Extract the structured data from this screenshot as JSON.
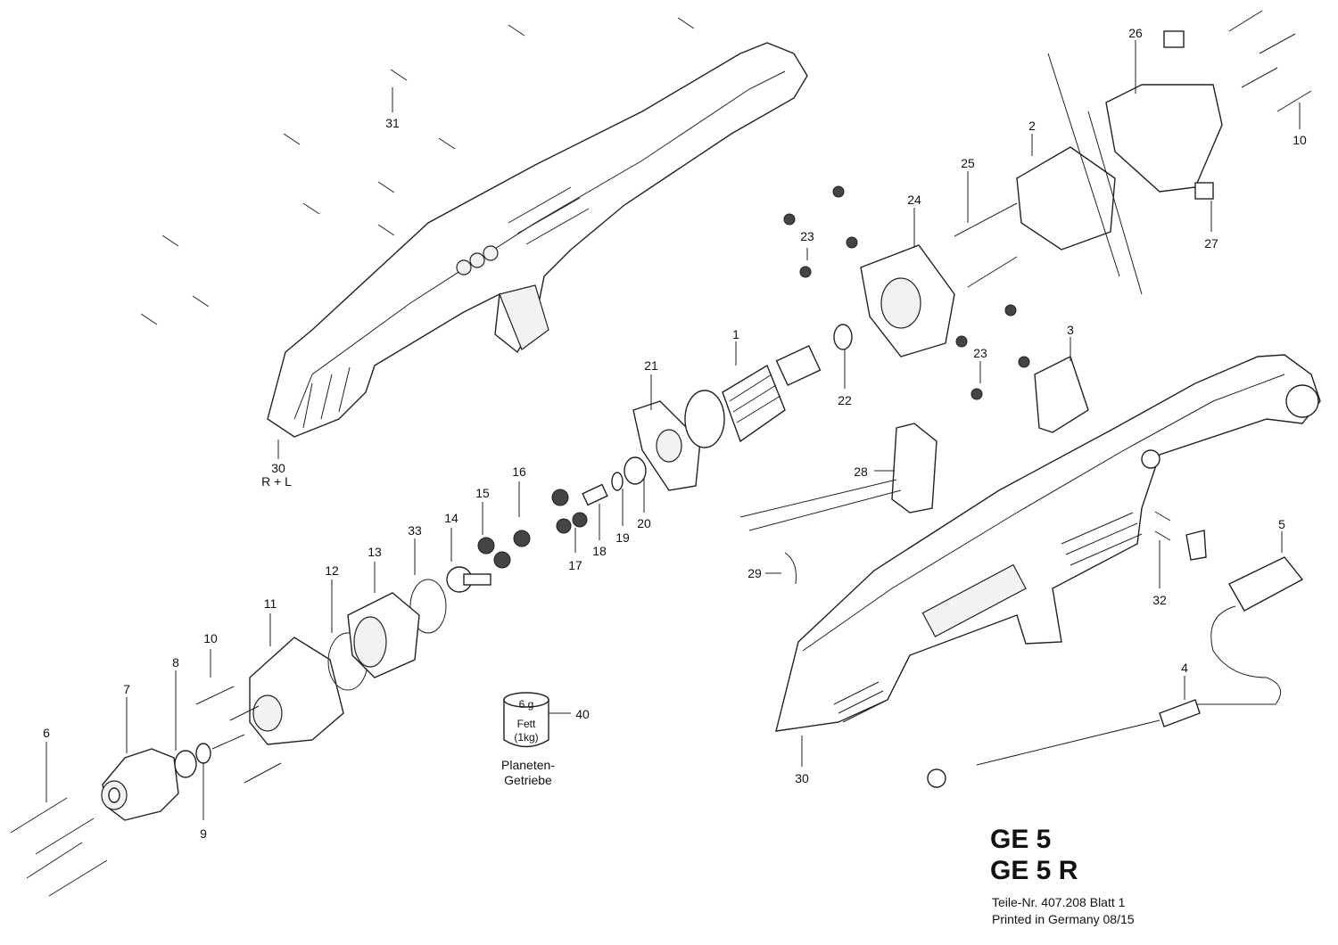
{
  "title_lines": [
    "GE 5",
    "GE 5 R"
  ],
  "part_number": "Teile-Nr. 407.208  Blatt 1",
  "printed": "Printed in Germany 08/15",
  "grease": {
    "weight": "6 g",
    "name": "Fett",
    "amount": "(1kg)",
    "caption_line1": "Planeten-",
    "caption_line2": "Getriebe"
  },
  "callouts": [
    {
      "id": "1",
      "text": "1"
    },
    {
      "id": "2",
      "text": "2"
    },
    {
      "id": "3",
      "text": "3"
    },
    {
      "id": "4",
      "text": "4"
    },
    {
      "id": "5",
      "text": "5"
    },
    {
      "id": "6",
      "text": "6"
    },
    {
      "id": "7",
      "text": "7"
    },
    {
      "id": "8",
      "text": "8"
    },
    {
      "id": "9",
      "text": "9"
    },
    {
      "id": "10a",
      "text": "10"
    },
    {
      "id": "10b",
      "text": "10"
    },
    {
      "id": "11",
      "text": "11"
    },
    {
      "id": "12",
      "text": "12"
    },
    {
      "id": "13",
      "text": "13"
    },
    {
      "id": "14",
      "text": "14"
    },
    {
      "id": "15",
      "text": "15"
    },
    {
      "id": "16",
      "text": "16"
    },
    {
      "id": "17",
      "text": "17"
    },
    {
      "id": "18",
      "text": "18"
    },
    {
      "id": "19",
      "text": "19"
    },
    {
      "id": "20",
      "text": "20"
    },
    {
      "id": "21",
      "text": "21"
    },
    {
      "id": "22",
      "text": "22"
    },
    {
      "id": "23a",
      "text": "23"
    },
    {
      "id": "23b",
      "text": "23"
    },
    {
      "id": "24",
      "text": "24"
    },
    {
      "id": "25",
      "text": "25"
    },
    {
      "id": "26",
      "text": "26"
    },
    {
      "id": "27",
      "text": "27"
    },
    {
      "id": "28",
      "text": "28"
    },
    {
      "id": "29",
      "text": "29"
    },
    {
      "id": "30a",
      "text": "30"
    },
    {
      "id": "30a_sub",
      "text": "R + L"
    },
    {
      "id": "30b",
      "text": "30"
    },
    {
      "id": "31",
      "text": "31"
    },
    {
      "id": "32",
      "text": "32"
    },
    {
      "id": "33",
      "text": "33"
    },
    {
      "id": "40",
      "text": "40"
    }
  ]
}
